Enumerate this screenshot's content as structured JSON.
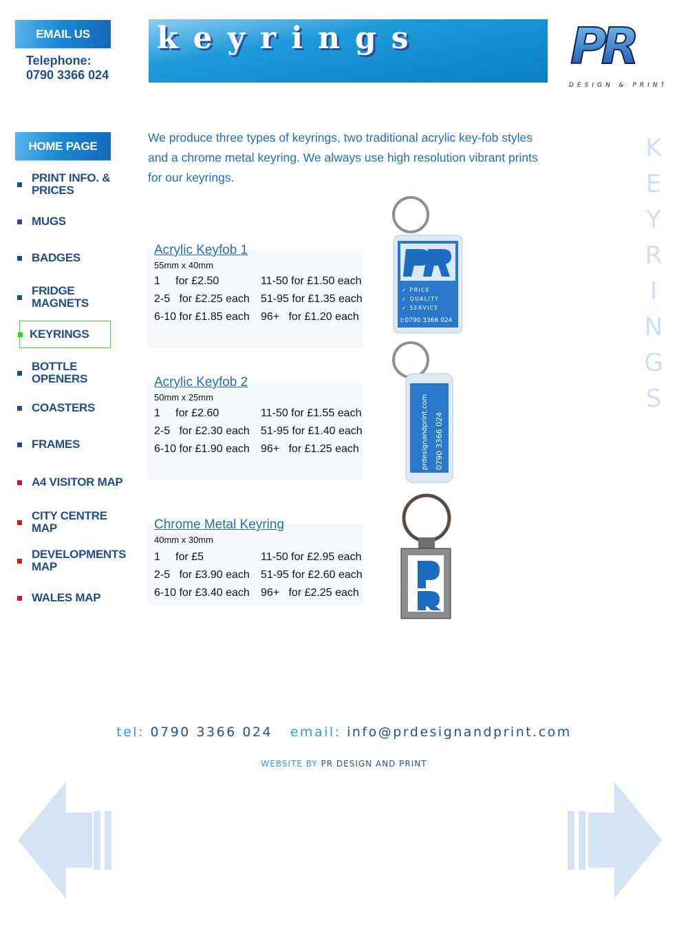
{
  "header": {
    "email_button": "EMAIL US",
    "telephone_label": "Telephone:",
    "telephone_number": "0790 3366 024",
    "banner_title": "keyrings",
    "logo_text": "PR",
    "logo_tagline": "DESIGN & PRINT"
  },
  "sidebar": {
    "home": "HOME PAGE",
    "items": [
      {
        "label": "PRINT INFO. & PRICES",
        "bullet": "#1f4e8c"
      },
      {
        "label": "MUGS",
        "bullet": "#1f4e8c"
      },
      {
        "label": "BADGES",
        "bullet": "#1f4e8c"
      },
      {
        "label": "FRIDGE MAGNETS",
        "bullet": "#1f4e8c"
      },
      {
        "label": "KEYRINGS",
        "bullet": "#22dd22",
        "active": true
      },
      {
        "label": "BOTTLE OPENERS",
        "bullet": "#1f4e8c"
      },
      {
        "label": "COASTERS",
        "bullet": "#1f4e8c"
      },
      {
        "label": "FRAMES",
        "bullet": "#1f4e8c"
      },
      {
        "label": "A4 VISITOR MAP",
        "bullet": "#e0101a"
      },
      {
        "label": "CITY CENTRE MAP",
        "bullet": "#e0101a"
      },
      {
        "label": "DEVELOPMENTS MAP",
        "bullet": "#e0101a"
      },
      {
        "label": "WALES MAP",
        "bullet": "#e0101a"
      }
    ]
  },
  "intro": "We produce three types of keyrings, two traditional acrylic key-fob styles and a chrome metal keyring. We always use high resolution vibrant prints for our keyrings.",
  "vertical_title": "KEYRINGS",
  "products": [
    {
      "title": "Acrylic Keyfob 1",
      "size": "55mm x 40mm",
      "prices_left": [
        "1     for £2.50",
        "2-5   for £2.25 each",
        "6-10 for £1.85 each"
      ],
      "prices_right": [
        "11-50 for £1.50 each",
        "51-95 for £1.35 each",
        "96+   for £1.20 each"
      ]
    },
    {
      "title": "Acrylic Keyfob 2",
      "size": "50mm x 25mm",
      "prices_left": [
        "1     for £2.60",
        "2-5   for £2.30 each",
        "6-10 for £1.90 each"
      ],
      "prices_right": [
        "11-50 for £1.55 each",
        "51-95 for £1.40 each",
        "96+   for £1.25 each"
      ]
    },
    {
      "title": "Chrome Metal Keyring",
      "size": "40mm x 30mm",
      "prices_left": [
        "1     for £5",
        "2-5   for £3.90 each",
        "6-10 for £3.40 each"
      ],
      "prices_right": [
        "11-50 for £2.95 each",
        "51-95 for £2.60 each",
        "96+   for £2.25 each"
      ]
    }
  ],
  "product_images": {
    "fob1_lines": [
      "✓ PRICE",
      "✓ QUALITY",
      "✓ SERVICE"
    ],
    "fob1_phone": "t:0790 3366 024",
    "fob2_text": "prdesignandprint.com",
    "fob2_phone": "0790 3366 024"
  },
  "footer": {
    "tel_label": "tel:",
    "tel": "0790 3366 024",
    "email_label": "email:",
    "email": "info@prdesignandprint.com",
    "credit_label": "WEBSITE BY",
    "credit_name": "PR DESIGN AND PRINT"
  },
  "nav_arrows": {
    "prev": "back-arrow-icon",
    "next": "forward-arrow-icon"
  },
  "colors": {
    "brand_dark": "#1f4e8c",
    "brand_light": "#2ba0d8",
    "active_green": "#22dd22",
    "map_red": "#e0101a"
  }
}
